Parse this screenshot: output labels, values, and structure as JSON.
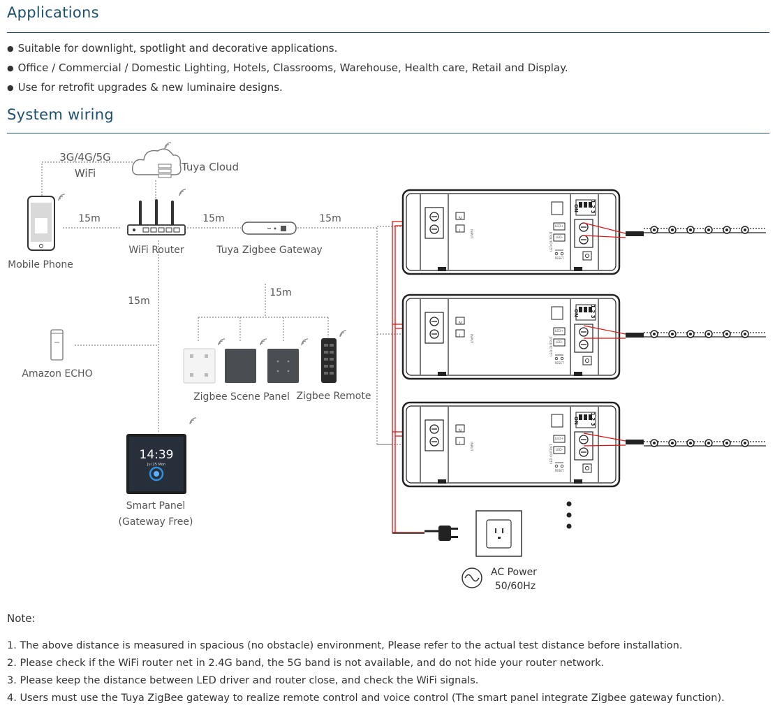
{
  "applications": {
    "title": "Applications",
    "items": [
      "Suitable for downlight, spotlight and decorative applications.",
      "Office / Commercial / Domestic Lighting, Hotels, Classrooms, Warehouse, Health care, Retail and Display.",
      "Use for retrofit upgrades & new luminaire designs."
    ]
  },
  "wiring": {
    "title": "System wiring",
    "labels": {
      "network": "3G/4G/5G",
      "wifi": "WiFi",
      "cloud": "Tuya Cloud",
      "dist1": "15m",
      "dist2": "15m",
      "dist3": "15m",
      "dist4": "15m",
      "dist5": "15m",
      "router": "WiFi Router",
      "gateway": "Tuya Zigbee Gateway",
      "phone": "Mobile Phone",
      "phone_screen_time": "",
      "echo": "Amazon ECHO",
      "scene_panel": "Zigbee Scene Panel",
      "remote": "Zigbee Remote",
      "smart_panel_line1": "Smart Panel",
      "smart_panel_line2": "(Gateway Free)",
      "clock": "14:39",
      "clock_date": "Jul 25 Mon",
      "ac_line1": "AC Power",
      "ac_line2": "50/60Hz"
    },
    "driver": {
      "input": "INPUT",
      "output": "LED OUTPUT",
      "n": "N",
      "l": "L",
      "plus": "LED+",
      "minus": "LED-",
      "on": "ON",
      "dip": "1 2 3",
      "reset": "RESET"
    }
  },
  "notes": {
    "title": "Note:",
    "items": [
      "1. The above distance is measured in spacious (no obstacle) environment, Please refer to the actual test distance before installation.",
      "2. Please check if the WiFi router net in 2.4G band, the 5G band is not available, and do not hide your router network.",
      "3. Please keep the distance between LED driver and router close, and check the WiFi signals.",
      "4. Users must use the Tuya ZigBee gateway to realize remote control and voice control (The smart panel integrate Zigbee gateway function)."
    ]
  }
}
